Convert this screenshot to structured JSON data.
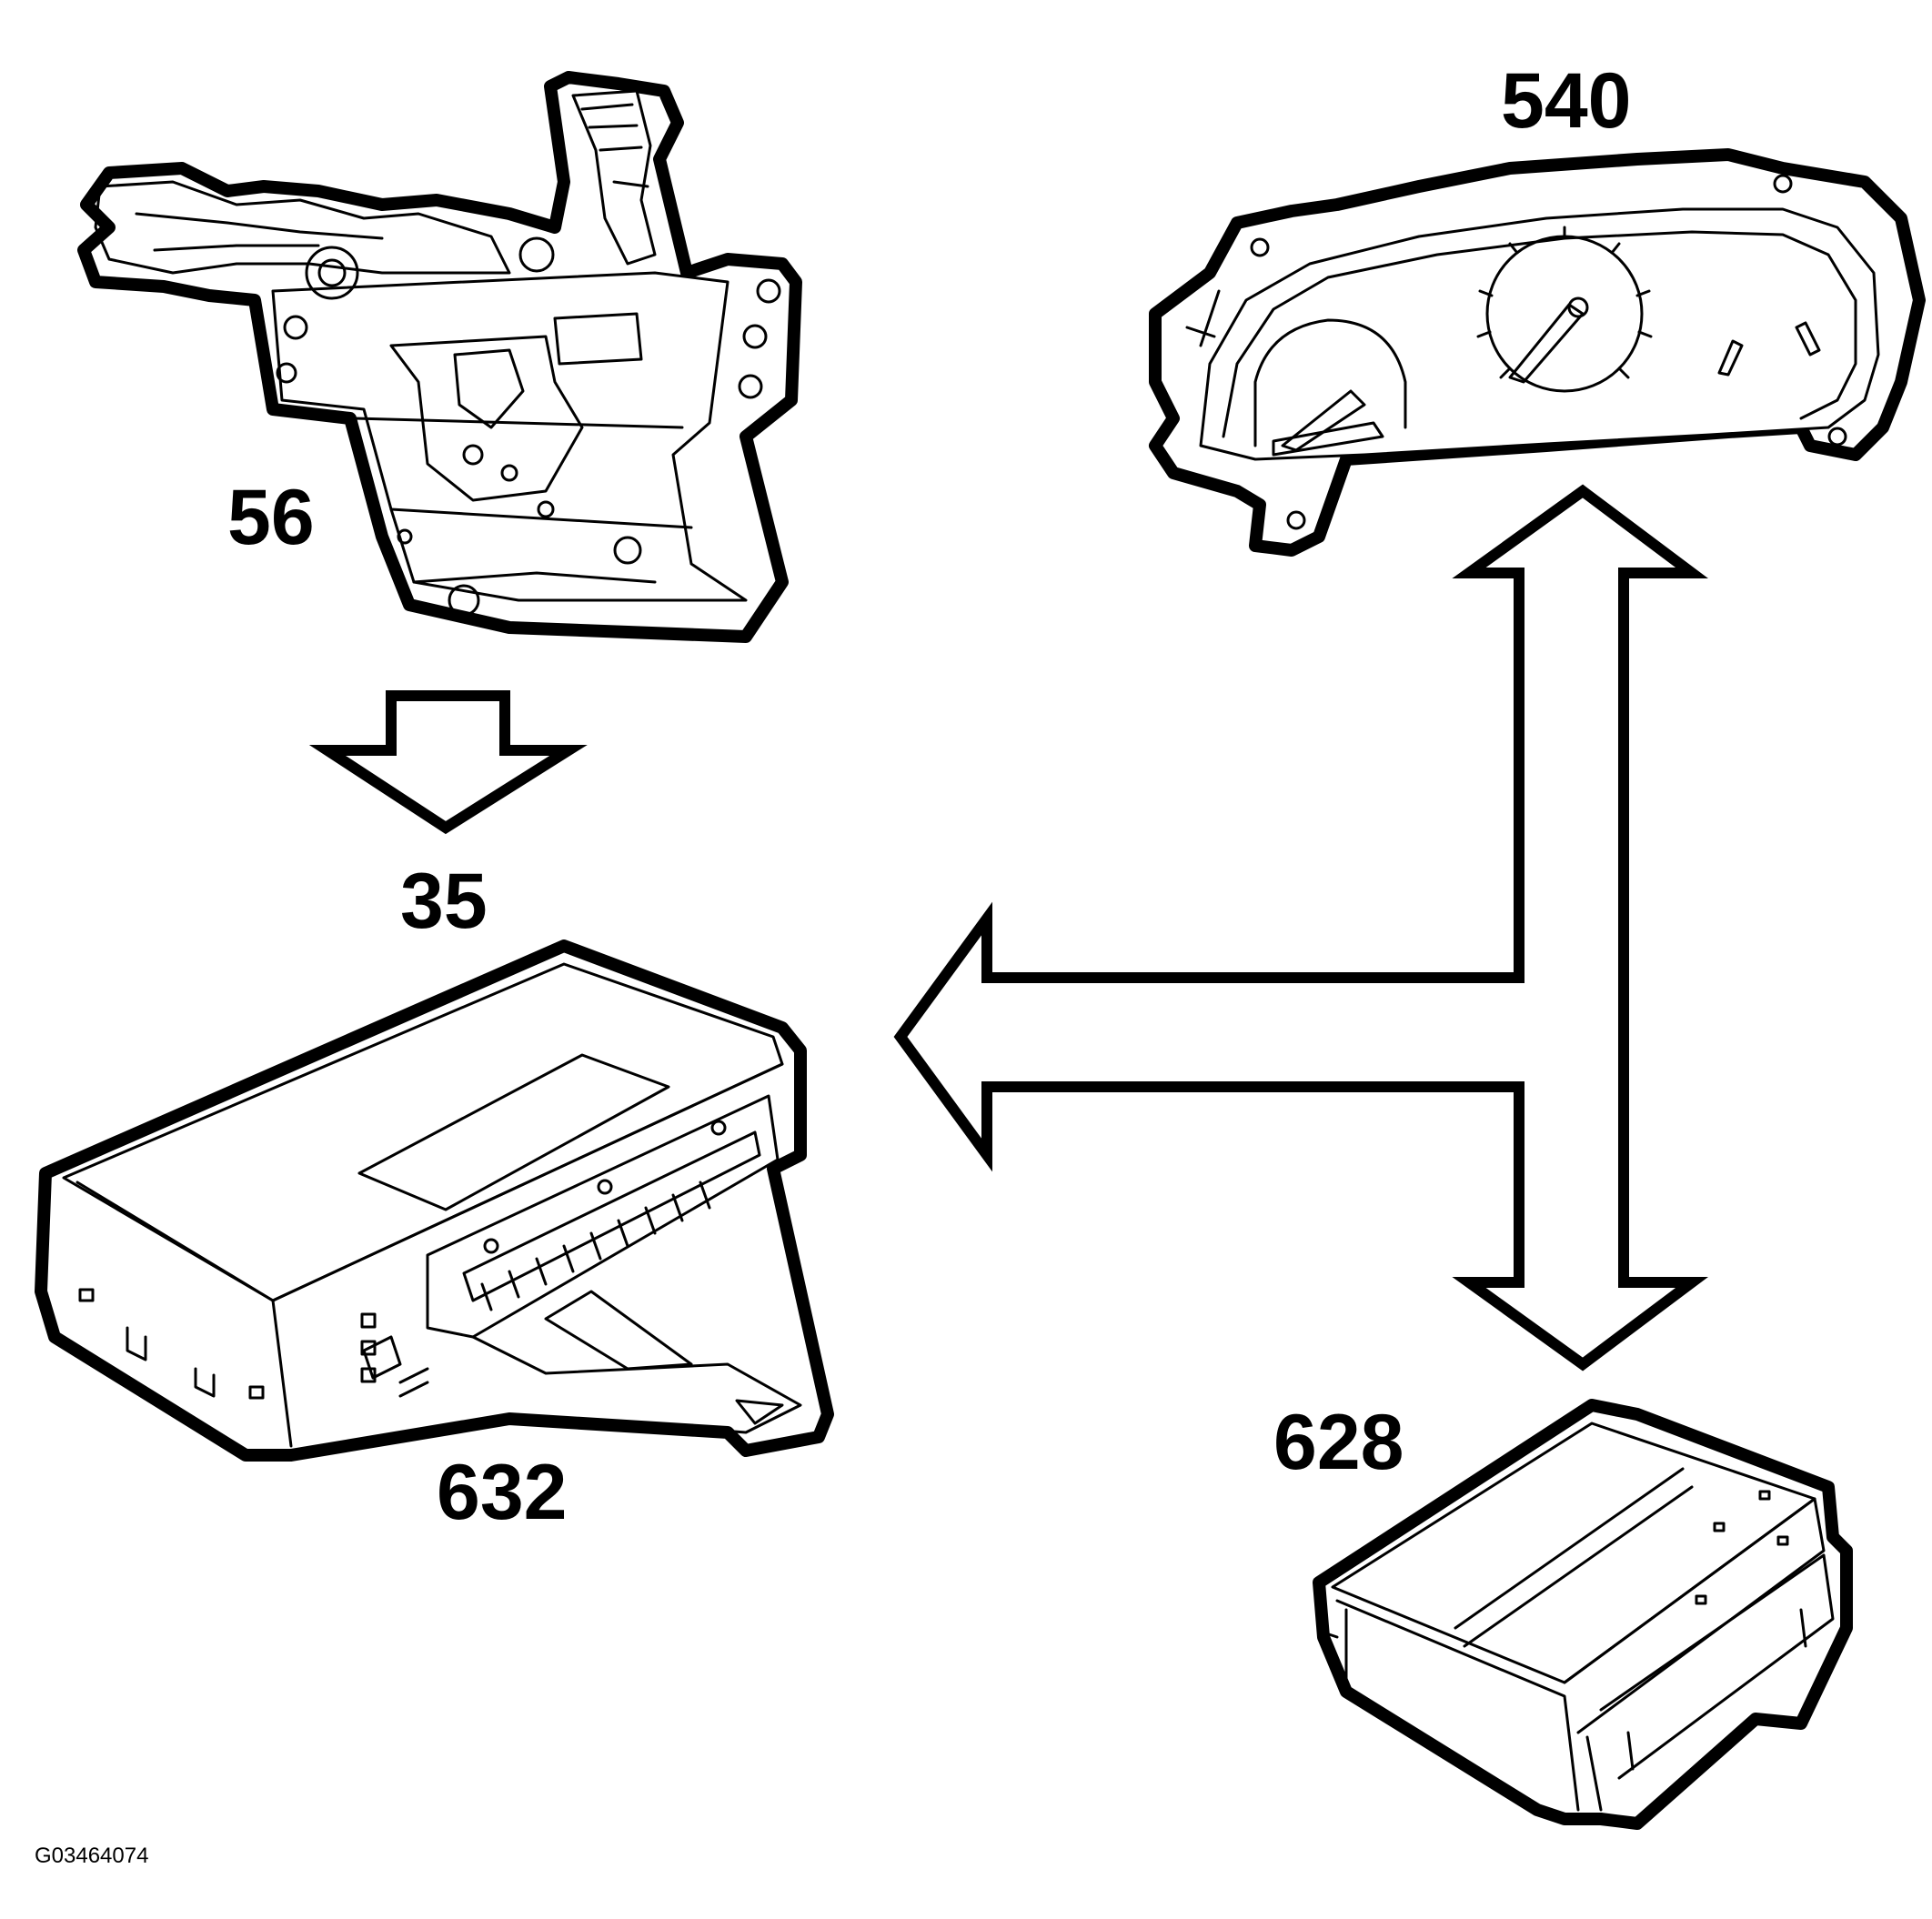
{
  "diagram": {
    "components": [
      {
        "id": "56",
        "label": "56"
      },
      {
        "id": "540",
        "label": "540"
      },
      {
        "id": "35",
        "label": "35"
      },
      {
        "id": "632",
        "label": "632"
      },
      {
        "id": "628",
        "label": "628"
      }
    ],
    "figure_id": "G03464074"
  }
}
